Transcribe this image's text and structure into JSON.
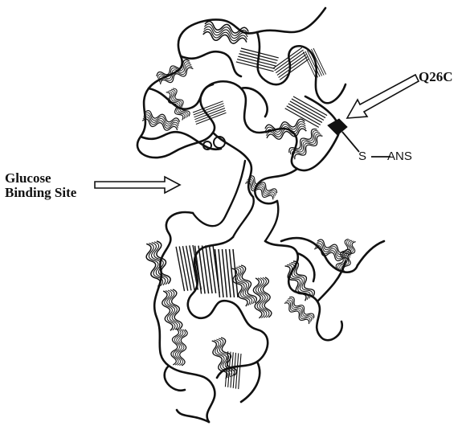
{
  "figure": {
    "site_label_line1": "Glucose",
    "site_label_line2": "Binding Site",
    "mutation_label": "Q26C",
    "probe_label_s": "S",
    "probe_label_ans": "ANS",
    "ink_color": "#111111",
    "background_color": "#ffffff"
  }
}
